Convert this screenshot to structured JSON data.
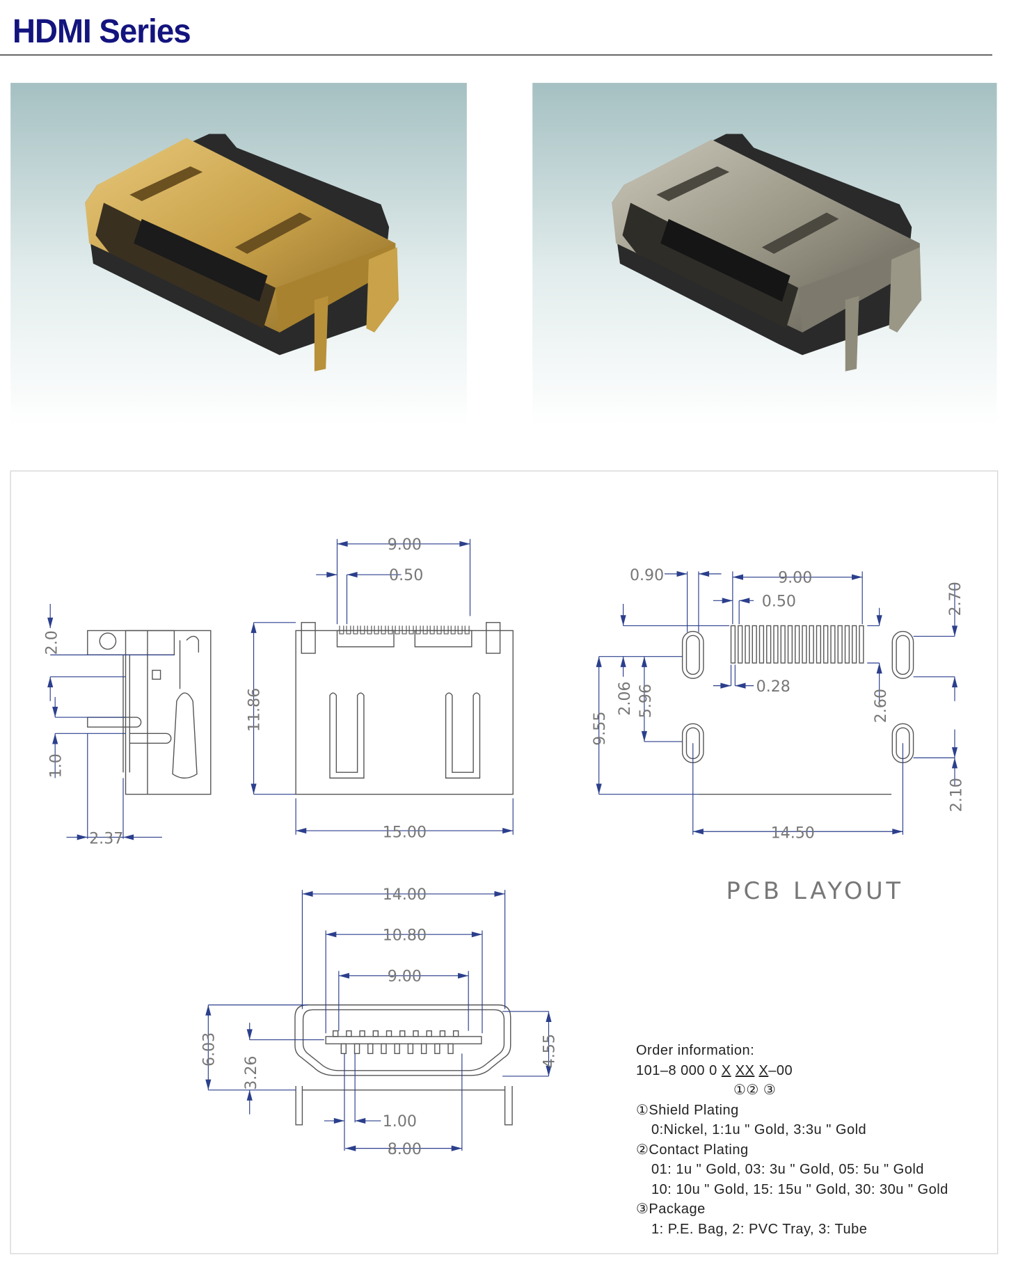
{
  "header": {
    "title": "HDMI Series"
  },
  "colors": {
    "title": "#13147e",
    "dimension": "#2b3f8c",
    "outline": "#555555",
    "gold_plating": "#c9a24a",
    "nickel_plating": "#9b9787"
  },
  "photos": [
    {
      "plating": "gold",
      "icon": "hdmi-connector-gold-photo"
    },
    {
      "plating": "nickel",
      "icon": "hdmi-connector-nickel-photo"
    }
  ],
  "drawing": {
    "side_view": {
      "d_top": "2.0",
      "d_pin": "1.0",
      "d_depth": "2.37"
    },
    "front_view": {
      "d_pitch_span": "9.00",
      "d_pitch": "0.50",
      "d_height": "11.86",
      "d_width": "15.00"
    },
    "pcb_layout": {
      "title": "PCB LAYOUT",
      "d_hole_w": "0.90",
      "d_pad_span": "9.00",
      "d_pitch": "0.50",
      "d_pad_w": "0.28",
      "d_955": "9.55",
      "d_206": "2.06",
      "d_596": "5.96",
      "d_270": "2.70",
      "d_260": "2.60",
      "d_210": "2.10",
      "d_1450": "14.50"
    },
    "mating_view": {
      "d_outer": "14.00",
      "d_inner": "10.80",
      "d_contacts": "9.00",
      "d_height": "6.03",
      "d_center": "3.26",
      "d_opening": "4.55",
      "d_pitch": "1.00",
      "d_tail_span": "8.00"
    }
  },
  "order": {
    "heading": "Order information:",
    "part_prefix": "101–8 000 0 ",
    "part_x1": "X",
    "part_x2": "XX",
    "part_x3": "X",
    "part_suffix": "–00",
    "markers": "①② ③",
    "sections": [
      {
        "title": "①Shield Plating",
        "lines": [
          "0:Nickel, 1:1u \" Gold, 3:3u \" Gold"
        ]
      },
      {
        "title": "②Contact Plating",
        "lines": [
          "01: 1u \" Gold, 03: 3u \" Gold, 05: 5u \" Gold",
          "10: 10u \" Gold, 15: 15u \" Gold, 30: 30u \" Gold"
        ]
      },
      {
        "title": "③Package",
        "lines": [
          "1: P.E. Bag, 2: PVC Tray, 3: Tube"
        ]
      }
    ]
  }
}
